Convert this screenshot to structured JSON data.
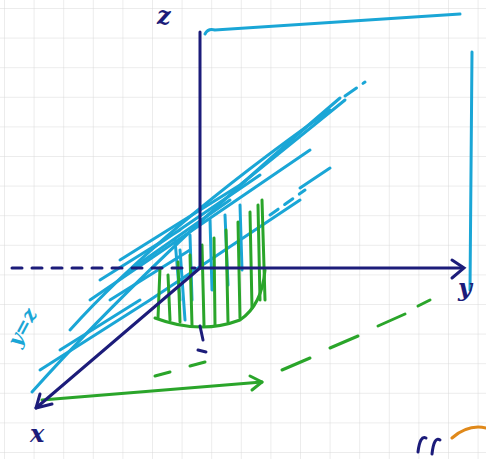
{
  "diagram": {
    "labels": [
      "z",
      "y",
      "x",
      "y=z"
    ]
  }
}
